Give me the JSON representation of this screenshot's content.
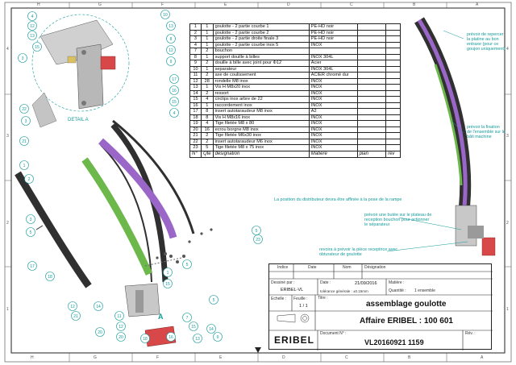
{
  "frame": {
    "columns_top": [
      "H",
      "G",
      "F",
      "E",
      "D",
      "C",
      "B",
      "A"
    ],
    "columns_bottom": [
      "H",
      "G",
      "F",
      "E",
      "D",
      "C",
      "B",
      "A"
    ],
    "rows": [
      "4",
      "3",
      "2",
      "1"
    ]
  },
  "detail_label": "DETAIL A",
  "detail_view_letter": "A",
  "bom": {
    "headers": [
      "N°",
      "Qté",
      "désignation",
      "Matière",
      "plan",
      "rev"
    ],
    "rows": [
      [
        "1",
        "1",
        "goulotte - 2 partie courbe 1",
        "PE-HD noir"
      ],
      [
        "2",
        "1",
        "goulotte - 2 partie courbe 2",
        "PE-HD noir"
      ],
      [
        "3",
        "1",
        "goulotte - 2 partie droite finale 3",
        "PE-HD noir"
      ],
      [
        "4",
        "1",
        "goulotte - 2 partie courbe inox 5",
        "INOX"
      ],
      [
        "7",
        "2",
        "bouchon",
        ""
      ],
      [
        "8",
        "1",
        "support douille à billes",
        "INOX 304L"
      ],
      [
        "9",
        "2",
        "douille à bille avec joint pour Φ12",
        "Acier"
      ],
      [
        "10",
        "1",
        "separateur",
        "INOX 304L"
      ],
      [
        "11",
        "2",
        "axe de coulissement",
        "ACIER chromé dur"
      ],
      [
        "12",
        "28",
        "rondelle M8 inox",
        "INOX"
      ],
      [
        "13",
        "1",
        "Vis H M8x20 inox",
        "INOX"
      ],
      [
        "14",
        "2",
        "ressort",
        "INOX"
      ],
      [
        "15",
        "4",
        "circlips inox arbre de 22",
        "INOX"
      ],
      [
        "16",
        "1",
        "raccordement inox",
        "INOX"
      ],
      [
        "17",
        "8",
        "insert autotaraudeur M8 inox",
        "A2"
      ],
      [
        "18",
        "8",
        "Vis H M8x16 inox",
        "INOX"
      ],
      [
        "19",
        "4",
        "Tige filetée  M8 x 80",
        "INOX"
      ],
      [
        "20",
        "16",
        "ecrou borgne M8 inox",
        "INOX"
      ],
      [
        "21",
        "2",
        "Tige filetée  M6x30 inox",
        "INOX"
      ],
      [
        "22",
        "2",
        "insert autotaraudeur M6 inox",
        "INOX"
      ],
      [
        "23",
        "5",
        "Tige filetée  M8 x 75 inox",
        "INOX"
      ]
    ]
  },
  "notes": {
    "top_right": "prévoir de repercer la platine au bon entraxe (pour ce goujon uniquement)",
    "mid_right": "prévoir la fixation de l'ensemble sur le bâti machine",
    "center": "La position du distributeur devra être affinée à la pose de la rampe",
    "butee": "prévoir une butée sur le plateau de reception bouchon pour actionner le séparateur",
    "piece": "revoira à prévoir la pièce receptrice avec obturateur de goulotte"
  },
  "balloons": [
    "4",
    "12",
    "13",
    "15",
    "3",
    "10",
    "13",
    "8",
    "12",
    "9",
    "17",
    "16",
    "15",
    "4",
    "22",
    "3",
    "21",
    "1",
    "2",
    "3",
    "5",
    "5",
    "23",
    "1",
    "15",
    "17",
    "18",
    "12",
    "21",
    "14",
    "11",
    "12",
    "20",
    "20",
    "18",
    "16",
    "15",
    "13",
    "14",
    "9",
    "7",
    "5",
    "5"
  ],
  "title_block": {
    "indice_label": "Indice",
    "date_label": "Date",
    "nom_label": "Nom",
    "designation_label": "Désignation",
    "dessine_label": "Dessiné par :",
    "dessine_value": "ERIBEL-VL",
    "date2_label": "Date :",
    "date_value": "21/09/2016",
    "matiere_label": "Matière :",
    "quantite_label": "Quantité :",
    "quantite_value": "1 ensemble",
    "tolerance": "tolérance générale : ±0.15mm",
    "echelle_label": "Echelle :",
    "feuille_label": "Feuille :",
    "feuille_value": "1 / 1",
    "titre_label": "Titre :",
    "title": "assemblage goulotte",
    "affaire": "Affaire ERIBEL : 100 601",
    "company": "ERIBEL",
    "document_label": "Document N° :",
    "document_value": "VL20160921 1159",
    "rev_label": "Rév. :"
  },
  "colors": {
    "teal": "#159a9a",
    "green": "#6db84a",
    "purple": "#9a66c8",
    "red": "#d94848",
    "dark": "#303030"
  }
}
